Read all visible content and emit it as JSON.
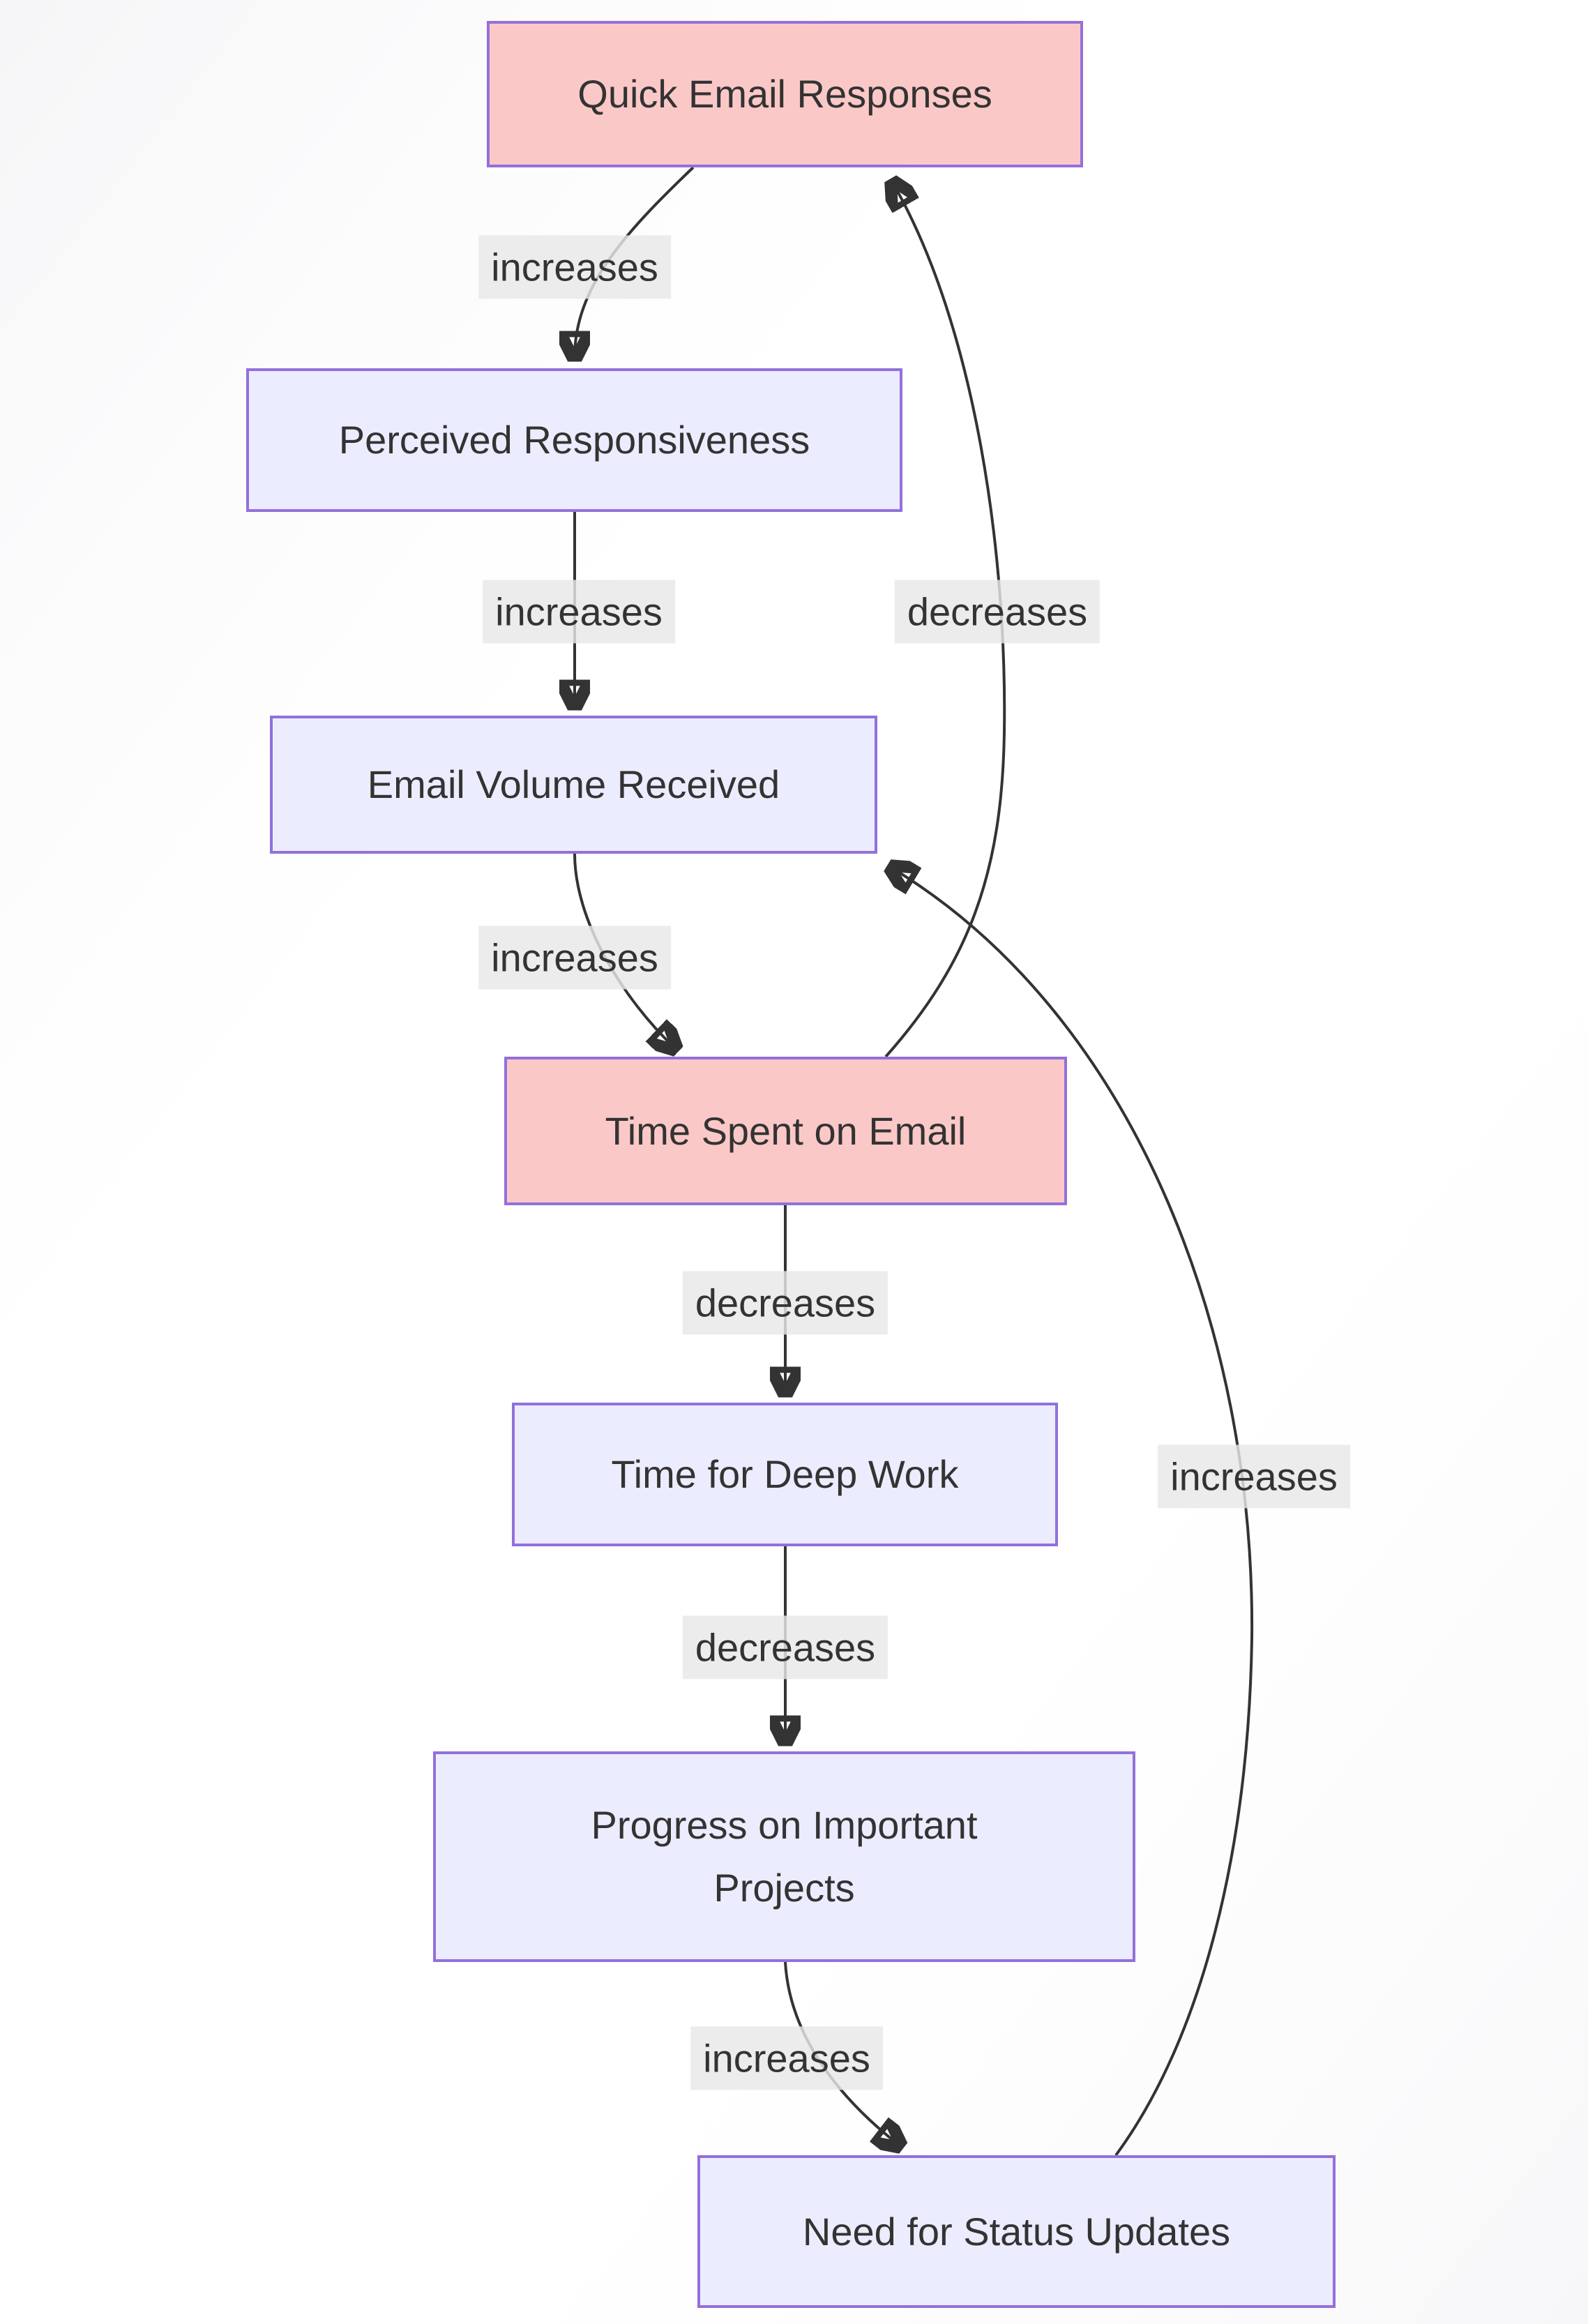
{
  "theme": {
    "background": "#ffffff",
    "node_fill_lavender": "#ECECFF",
    "node_fill_pink": "#fbc8c8",
    "node_border": "#9370DB",
    "edge_color": "#333333",
    "text_color": "#333333",
    "edge_label_bg": "#e8e8e8"
  },
  "diagram": {
    "type": "flowchart",
    "nodes": [
      {
        "id": "quick_email_responses",
        "label": "Quick Email Responses",
        "style": "pink"
      },
      {
        "id": "perceived_responsiveness",
        "label": "Perceived Responsiveness",
        "style": "lavender"
      },
      {
        "id": "email_volume_received",
        "label": "Email Volume Received",
        "style": "lavender"
      },
      {
        "id": "time_spent_on_email",
        "label": "Time Spent on Email",
        "style": "pink"
      },
      {
        "id": "time_for_deep_work",
        "label": "Time for Deep Work",
        "style": "lavender"
      },
      {
        "id": "progress_on_important_projects",
        "label": "Progress on Important Projects",
        "style": "lavender"
      },
      {
        "id": "need_for_status_updates",
        "label": "Need for Status Updates",
        "style": "lavender"
      }
    ],
    "edges": [
      {
        "from": "quick_email_responses",
        "to": "perceived_responsiveness",
        "label": "increases"
      },
      {
        "from": "perceived_responsiveness",
        "to": "email_volume_received",
        "label": "increases"
      },
      {
        "from": "email_volume_received",
        "to": "time_spent_on_email",
        "label": "increases"
      },
      {
        "from": "time_spent_on_email",
        "to": "quick_email_responses",
        "label": "decreases"
      },
      {
        "from": "time_spent_on_email",
        "to": "time_for_deep_work",
        "label": "decreases"
      },
      {
        "from": "time_for_deep_work",
        "to": "progress_on_important_projects",
        "label": "decreases"
      },
      {
        "from": "progress_on_important_projects",
        "to": "need_for_status_updates",
        "label": "increases"
      },
      {
        "from": "need_for_status_updates",
        "to": "email_volume_received",
        "label": "increases"
      }
    ]
  }
}
